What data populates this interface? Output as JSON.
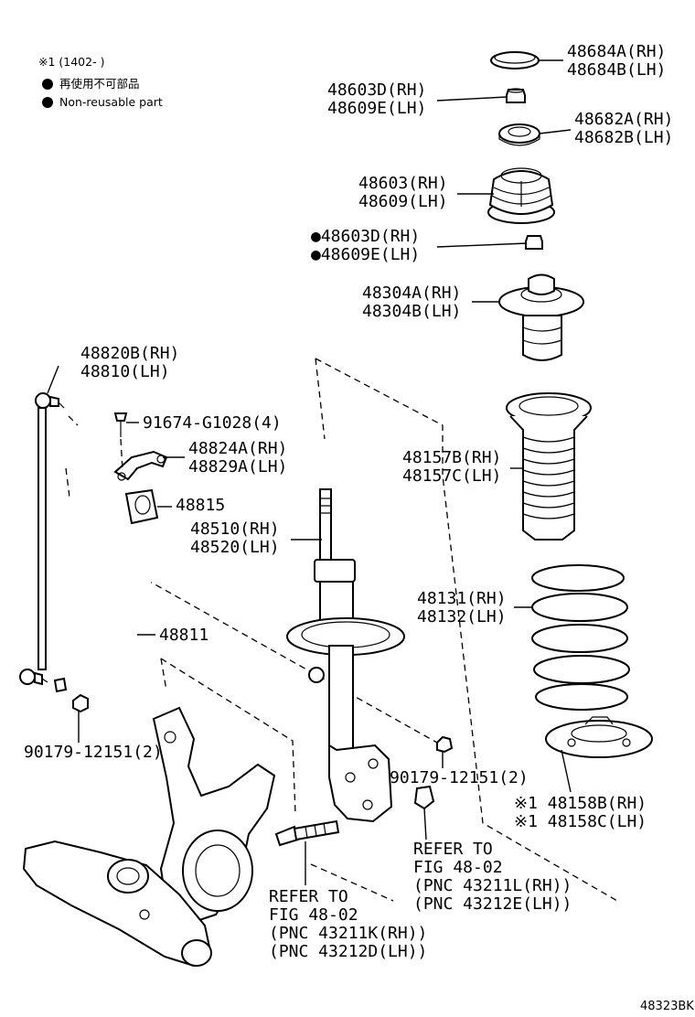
{
  "legend": {
    "note": "※1 (1402-     )",
    "jp": "再使用不可部品",
    "en": "Non-reusable part"
  },
  "labels": {
    "p48684": [
      "48684A(RH)",
      "48684B(LH)"
    ],
    "p48603dTop": [
      "48603D(RH)",
      "48609E(LH)"
    ],
    "p48682": [
      "48682A(RH)",
      "48682B(LH)"
    ],
    "p48603": [
      "48603(RH)",
      "48609(LH)"
    ],
    "p48603dNR": [
      "●48603D(RH)",
      "●48609E(LH)"
    ],
    "p48304": [
      "48304A(RH)",
      "48304B(LH)"
    ],
    "p48820": [
      "48820B(RH)",
      "48810(LH)"
    ],
    "p91674": "91674-G1028(4)",
    "p48824": [
      "48824A(RH)",
      "48829A(LH)"
    ],
    "p48815": "48815",
    "p48510": [
      "48510(RH)",
      "48520(LH)"
    ],
    "p48157": [
      "48157B(RH)",
      "48157C(LH)"
    ],
    "p48131": [
      "48131(RH)",
      "48132(LH)"
    ],
    "p48811": "48811",
    "p90179L": "90179-12151(2)",
    "p90179R": "90179-12151(2)",
    "p48158": [
      "※1 48158B(RH)",
      "※1 48158C(LH)"
    ],
    "refer1": [
      "REFER TO",
      "FIG 48-02",
      "(PNC 43211L(RH))",
      "(PNC 43212E(LH))"
    ],
    "refer2": [
      "REFER TO",
      "FIG 48-02",
      "(PNC 43211K(RH))",
      "(PNC 43212D(LH))"
    ],
    "code": "48323BK"
  }
}
